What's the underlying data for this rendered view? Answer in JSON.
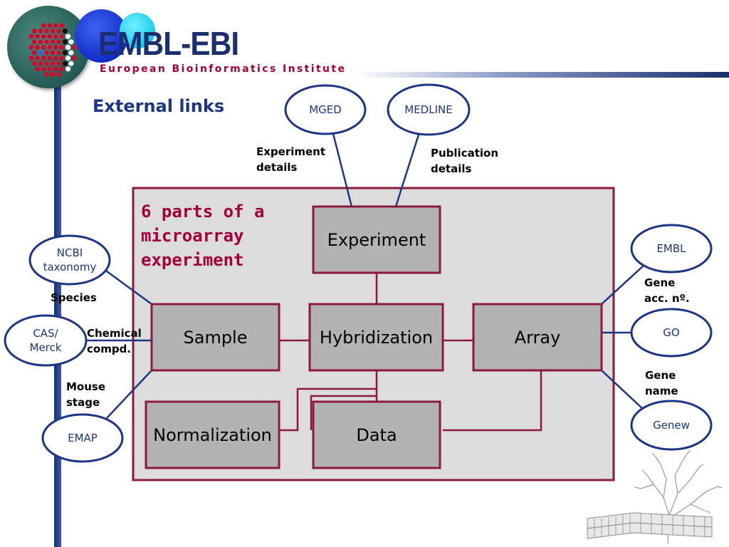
{
  "header": {
    "brand": "EMBL-EBI",
    "subtitle": "European Bioinformatics Institute"
  },
  "title": "External links",
  "main_heading": "6 parts of a\nmicroarray\nexperiment",
  "colors": {
    "navy": "#1d3585",
    "maroon": "#8b1a3f",
    "box_fill": "#b3b3b3",
    "panel_fill": "#dcdcdc",
    "heading_red": "#a3003a"
  },
  "boxes": {
    "experiment": "Experiment",
    "sample": "Sample",
    "hybridization": "Hybridization",
    "array": "Array",
    "normalization": "Normalization",
    "data": "Data"
  },
  "databases": {
    "mged": "MGED",
    "medline": "MEDLINE",
    "ncbi": "NCBI\ntaxonomy",
    "cas": "CAS/\nMerck",
    "emap": "EMAP",
    "embl": "EMBL",
    "go": "GO",
    "genew": "Genew"
  },
  "link_labels": {
    "experiment_details": "Experiment\ndetails",
    "publication_details": "Publication\ndetails",
    "species": "Species",
    "chemical": "Chemical\ncompd.",
    "mouse_stage": "Mouse\nstage",
    "gene_acc": "Gene\nacc. nº.",
    "gene_name": "Gene\nname"
  },
  "icons": {
    "logo": "embl-ebi-logo-icon",
    "building": "ebi-building-tree-icon"
  }
}
